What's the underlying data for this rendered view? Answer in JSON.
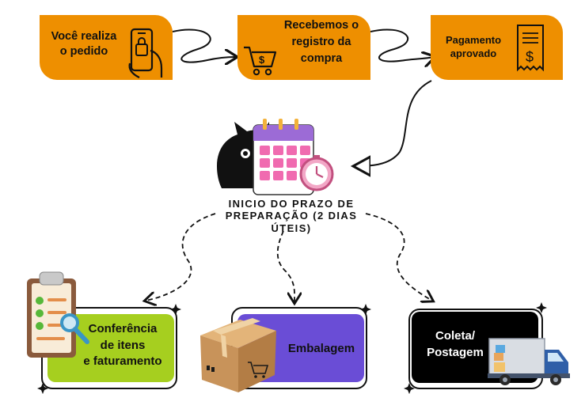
{
  "top_steps": [
    {
      "label": "Você realiza\no pedido",
      "icon": "phone-shopping-icon"
    },
    {
      "label": "Recebemos o\nregistro da\ncompra",
      "icon": "cart-dollar-icon"
    },
    {
      "label": "Pagamento\naprovado",
      "icon": "receipt-icon"
    }
  ],
  "center": {
    "label": "INICIO DO PRAZO DE\nPREPARAÇÃO (2 DIAS\nÚTEIS)",
    "icon": "calendar-clock-icon"
  },
  "bottom_steps": [
    {
      "label": "Conferência\nde itens\ne faturamento",
      "icon": "clipboard-checklist-icon",
      "color": "#a6cf1f"
    },
    {
      "label": "Embalagem",
      "icon": "cardboard-box-icon",
      "color": "#6a4dd6"
    },
    {
      "label": "Coleta/\nPostagem",
      "icon": "delivery-truck-icon",
      "color": "#000000"
    }
  ],
  "colors": {
    "accent_orange": "#ee8f00",
    "lime": "#a6cf1f",
    "purple": "#6a4dd6",
    "black": "#000000"
  }
}
